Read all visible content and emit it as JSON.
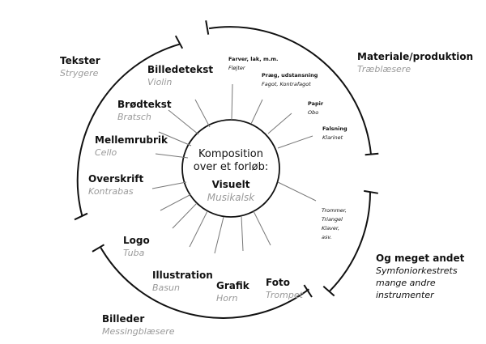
{
  "center": {
    "line1": "Komposition",
    "line2": "over et forløb:",
    "title": "Visuelt",
    "subtitle": "Musikalsk"
  },
  "sectors": {
    "tekster": {
      "label": "Tekster",
      "sub": "Strygere"
    },
    "materiale": {
      "label": "Materiale/produktion",
      "sub": "Træblæsere"
    },
    "andet": {
      "label": "Og meget andet",
      "sub1": "Symfoniorkestrets",
      "sub2": "mange andre",
      "sub3": "instrumenter"
    },
    "billeder": {
      "label": "Billeder",
      "sub": "Messingblæsere"
    }
  },
  "spokes": {
    "billedetekst": {
      "label": "Billedetekst",
      "sub": "Violin"
    },
    "brodtekst": {
      "label": "Brødtekst",
      "sub": "Bratsch"
    },
    "mellemrubrik": {
      "label": "Mellemrubrik",
      "sub": "Cello"
    },
    "overskrift": {
      "label": "Overskrift",
      "sub": "Kontrabas"
    },
    "logo": {
      "label": "Logo",
      "sub": "Tuba"
    },
    "illustration": {
      "label": "Illustration",
      "sub": "Basun"
    },
    "grafik": {
      "label": "Grafik",
      "sub": "Horn"
    },
    "foto": {
      "label": "Foto",
      "sub": "Trompet"
    },
    "farver": {
      "label": "Farver, lak, m.m.",
      "sub": "Fløjter"
    },
    "praeg": {
      "label": "Præg, udstansning",
      "sub": "Fagot, Kontrafagot"
    },
    "papir": {
      "label": "Papir",
      "sub": "Obo"
    },
    "falsning": {
      "label": "Falsning",
      "sub": "Klarinet"
    },
    "trommer": {
      "line1": "Trommer,",
      "line2": "Triangel",
      "line3": "Klaver,",
      "line4": "asv."
    }
  }
}
